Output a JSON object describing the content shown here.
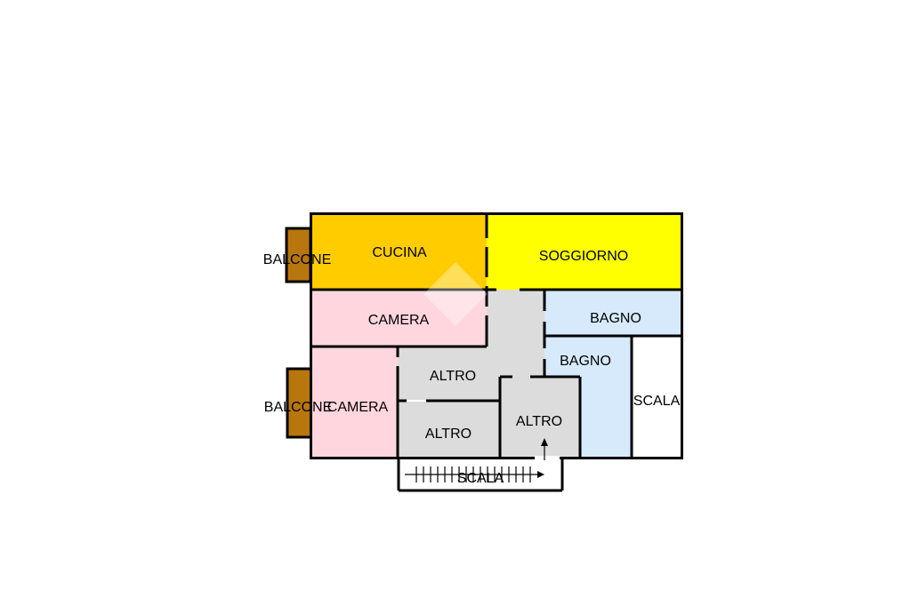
{
  "rooms": {
    "balcone_top": {
      "label": "BALCONE",
      "color": "#b8760f"
    },
    "cucina": {
      "label": "CUCINA",
      "color": "#ffcc00"
    },
    "soggiorno": {
      "label": "SOGGIORNO",
      "color": "#ffff00"
    },
    "camera_top": {
      "label": "CAMERA",
      "color": "#ffd6de"
    },
    "bagno_top": {
      "label": "BAGNO",
      "color": "#d6eafc"
    },
    "bagno_mid": {
      "label": "BAGNO",
      "color": "#d6eafc"
    },
    "corridor": {
      "color": "#dcdcdc"
    },
    "altro_top": {
      "label": "ALTRO",
      "color": "#dcdcdc"
    },
    "altro_bottom": {
      "label": "ALTRO",
      "color": "#dcdcdc"
    },
    "altro_right": {
      "label": "ALTRO",
      "color": "#dcdcdc"
    },
    "camera_bottom": {
      "label": "CAMERA",
      "color": "#ffd6de"
    },
    "balcone_bottom": {
      "label": "BALCONE",
      "color": "#b8760f"
    },
    "scala_right": {
      "label": "SCALA",
      "color": "#ffffff"
    },
    "scala_bottom": {
      "label": "SCALA",
      "color": "#ffffff"
    }
  },
  "wall_color": "#000000"
}
